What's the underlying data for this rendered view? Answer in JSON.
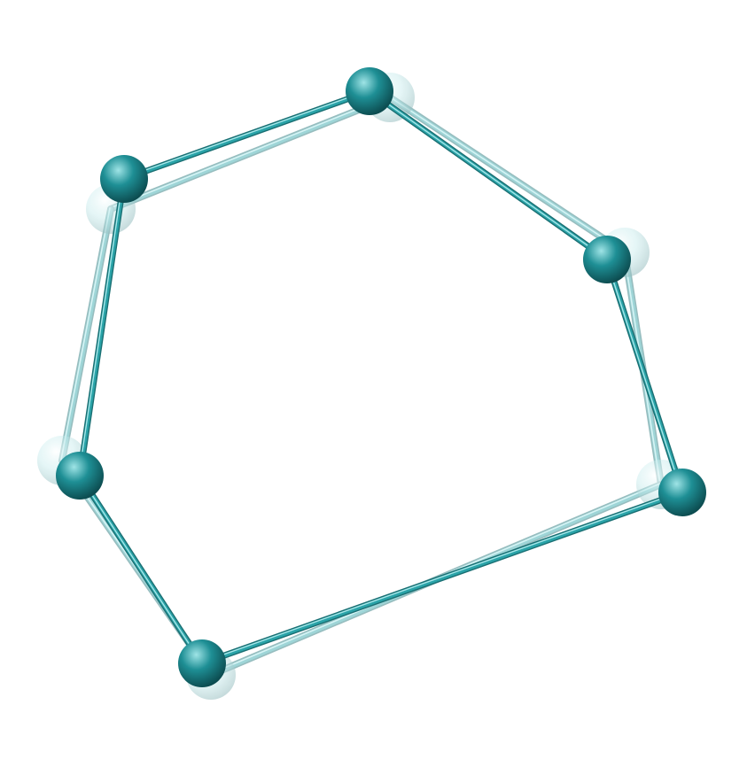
{
  "figure": {
    "kind": "molecular-ring-overlay",
    "atom_count": 6,
    "structures": [
      {
        "name": "",
        "style": "opaque"
      },
      {
        "name": "",
        "style": "ghost"
      }
    ]
  },
  "colors": {
    "background": "#ffffff",
    "atom_base": "#1e8f95",
    "atom_light": "#9fe4e6",
    "atom_dark": "#0c4b4f",
    "bond_main": "#2aa3a8",
    "bond_light": "#a6e7e9",
    "bond_dark": "#1a6f73",
    "ghost": "#7fd3d6"
  }
}
